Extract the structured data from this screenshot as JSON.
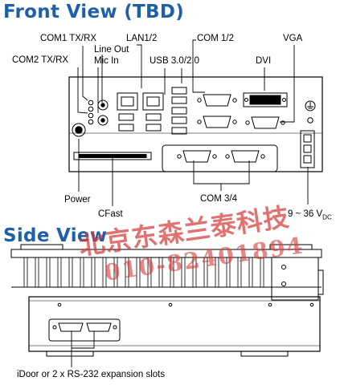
{
  "front_view": {
    "title": "Front View (TBD)",
    "labels": {
      "com1_txrx": "COM1 TX/RX",
      "com2_txrx": "COM2 TX/RX",
      "line_out": "Line Out",
      "mic_in": "Mic In",
      "lan": "LAN1/2",
      "usb": "USB 3.0/2.0",
      "com12": "COM 1/2",
      "dvi": "DVI",
      "vga": "VGA",
      "power": "Power",
      "cfast": "CFast",
      "com34": "COM 3/4",
      "dc_in": "9 ~ 36 V",
      "dc_sub": "DC"
    }
  },
  "side_view": {
    "title": "Side View",
    "expansion_label": "iDoor or 2 x RS-232 expansion slots"
  },
  "watermark": {
    "line1": "北京东森兰泰科技",
    "line2": "010-82401894"
  },
  "colors": {
    "heading": "#1f5fa8",
    "watermark": "#d63c3c"
  }
}
